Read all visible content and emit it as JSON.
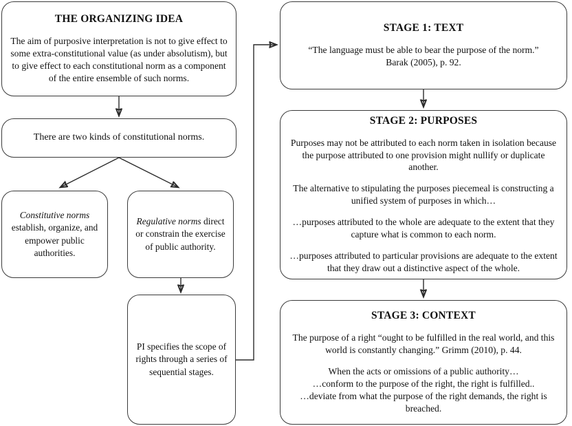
{
  "diagram": {
    "title_hidden": "",
    "colors": {
      "background": "#ffffff",
      "border": "#3a3a3a",
      "text": "#111111",
      "edge": "#2b2b2b"
    },
    "nodes": {
      "organizing_idea": {
        "title": "THE ORGANIZING IDEA",
        "body": "The aim of purposive interpretation is not to give effect to some extra-constitutional value (as under absolutism), but to give effect to each constitutional norm as a component of the entire ensemble of such norms."
      },
      "two_kinds": {
        "body": "There are two kinds of constitutional norms."
      },
      "constitutive": {
        "emphasis": "Constitutive norms",
        "body": " establish, organize, and empower public authorities."
      },
      "regulative": {
        "emphasis": "Regulative norms",
        "body": " direct or constrain the exercise of public authority."
      },
      "pi_stages": {
        "body": "PI specifies the scope of rights through a series of sequential stages."
      },
      "stage1": {
        "title": "STAGE 1: TEXT",
        "body_line_1": "“The language must be able to bear the purpose of the norm.”",
        "body_line_2": "Barak (2005), p. 92."
      },
      "stage2": {
        "title": "STAGE 2: PURPOSES",
        "para_1": "Purposes may not be attributed to each norm taken in isolation because the purpose attributed to one provision might nullify or duplicate another.",
        "para_2": "The alternative to stipulating the purposes piecemeal is constructing a unified system of purposes in which…",
        "para_3": "…purposes attributed to the whole are adequate to the extent that they capture what is common to each norm.",
        "para_4": "…purposes attributed to particular provisions are adequate to the extent that they draw out a distinctive aspect of the whole."
      },
      "stage3": {
        "title": "STAGE 3: CONTEXT",
        "para_1": "The purpose of a right “ought to be fulfilled in the real world, and this world is constantly changing.” Grimm (2010), p. 44.",
        "para_2_line_1": "When the acts or omissions of a public authority…",
        "para_2_line_2": "…conform to the purpose of the right, the right is fulfilled..",
        "para_2_line_3": "…deviate from what the purpose of the right demands, the right is breached."
      }
    },
    "edges": [
      {
        "name": "organizing-idea-to-two-kinds",
        "kind": "arrow-down"
      },
      {
        "name": "two-kinds-to-constitutive",
        "kind": "arrow-diagonal-left"
      },
      {
        "name": "two-kinds-to-regulative",
        "kind": "arrow-diagonal-right"
      },
      {
        "name": "regulative-to-pi-stages",
        "kind": "arrow-down"
      },
      {
        "name": "pi-stages-to-stage1",
        "kind": "elbow-arrow-right"
      },
      {
        "name": "stage1-to-stage2",
        "kind": "arrow-down"
      },
      {
        "name": "stage2-to-stage3",
        "kind": "arrow-down"
      }
    ]
  }
}
